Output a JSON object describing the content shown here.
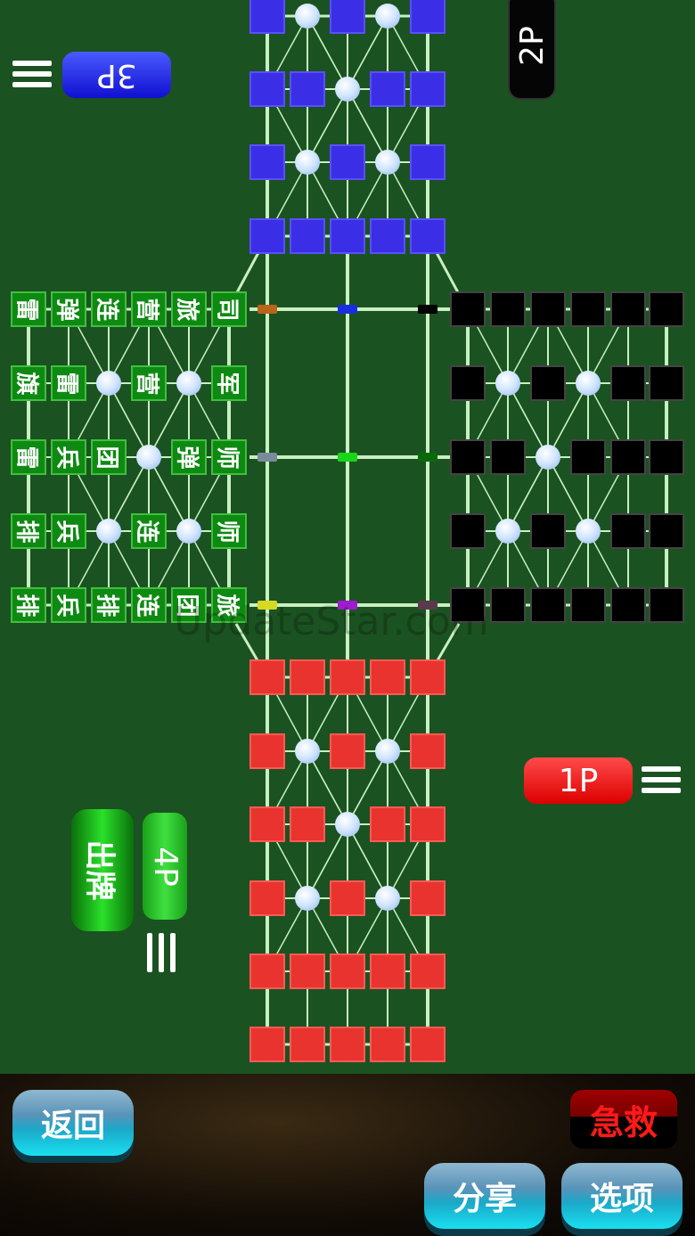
{
  "players": {
    "p1": "1P",
    "p2": "2P",
    "p3": "3P",
    "p4": "4P"
  },
  "play_button": "出牌",
  "watermark": "UpdateStar.com",
  "bottom_buttons": {
    "back": "返回",
    "rescue": "急救",
    "share": "分享",
    "options": "选项"
  },
  "colors": {
    "background": "#1b5221",
    "blue": "#3a2ee6",
    "red": "#e8332f",
    "black": "#000000",
    "green": "#0e8a12"
  },
  "board": {
    "blue_zone": [
      [
        "",
        "o",
        "",
        "o",
        ""
      ],
      [
        "",
        "",
        "o",
        "",
        ""
      ],
      [
        "",
        "o",
        "",
        "o",
        ""
      ],
      [
        "",
        "",
        "",
        "",
        ""
      ]
    ],
    "red_zone": [
      [
        "",
        "",
        "",
        "",
        ""
      ],
      [
        "",
        "o",
        "",
        "o",
        ""
      ],
      [
        "",
        "",
        "o",
        "",
        ""
      ],
      [
        "",
        "o",
        "",
        "o",
        ""
      ],
      [
        "",
        "",
        "",
        "",
        ""
      ],
      [
        "",
        "",
        "",
        "",
        ""
      ]
    ],
    "black_zone": [
      [
        "",
        "",
        "",
        "",
        "",
        ""
      ],
      [
        "",
        "o",
        "",
        "o",
        "",
        ""
      ],
      [
        "",
        "",
        "o",
        "",
        "",
        ""
      ],
      [
        "",
        "o",
        "",
        "o",
        "",
        ""
      ],
      [
        "",
        "",
        "",
        "",
        "",
        ""
      ]
    ],
    "green_zone": [
      [
        "雷",
        "弹",
        "连",
        "营",
        "旅",
        "司"
      ],
      [
        "旗",
        "雷",
        "o",
        "营",
        "o",
        "军"
      ],
      [
        "雷",
        "兵",
        "团",
        "o",
        "弹",
        "师"
      ],
      [
        "排",
        "兵",
        "o",
        "连",
        "o",
        "师"
      ],
      [
        "排",
        "兵",
        "排",
        "连",
        "团",
        "旅"
      ]
    ],
    "center_nodes": [
      [
        "#b8651a",
        "#1a2ee0",
        "#000000"
      ],
      [
        "#7a8a9a",
        "#1ad41a",
        "#0a6a0a"
      ],
      [
        "#d8d820",
        "#a01ad0",
        "#5a3a4a"
      ]
    ]
  }
}
